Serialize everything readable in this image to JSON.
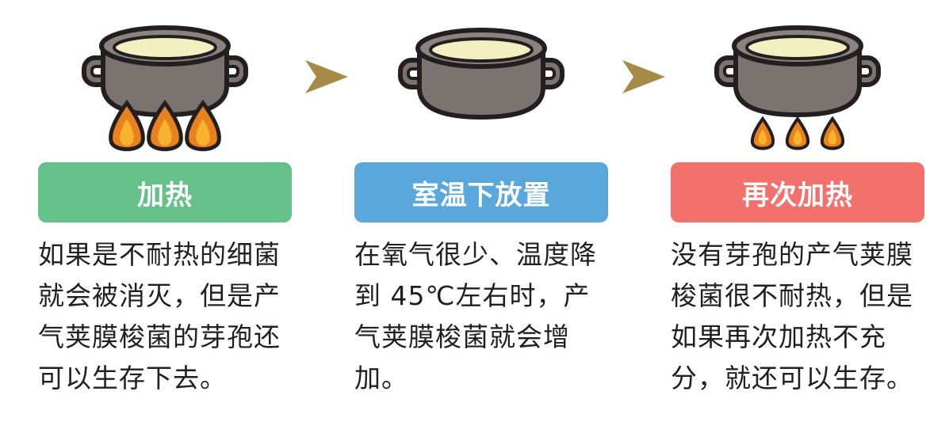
{
  "colors": {
    "heat": "#66c08a",
    "rest": "#5aa7dc",
    "reheat": "#f2716d",
    "arrow": "#a88a47",
    "pot": "#7a7370",
    "outline": "#231f20",
    "soup": "#f2efc0",
    "flame_outer": "#e8811f",
    "flame_inner": "#f7b32d"
  },
  "steps": [
    {
      "label": "加热",
      "description": "如果是不耐热的细菌就会被消灭，但是产气荚膜梭菌的芽孢还可以生存下去。",
      "flames": "large"
    },
    {
      "label": "室温下放置",
      "description": "在氧气很少、温度降到 45℃左右时，产气荚膜梭菌就会增加。",
      "flames": "none"
    },
    {
      "label": "再次加热",
      "description": "没有芽孢的产气荚膜梭菌很不耐热，但是如果再次加热不充分，就还可以生存。",
      "flames": "small"
    }
  ],
  "icons": [
    "pot-icon",
    "flame-icon",
    "arrow-right-icon"
  ]
}
